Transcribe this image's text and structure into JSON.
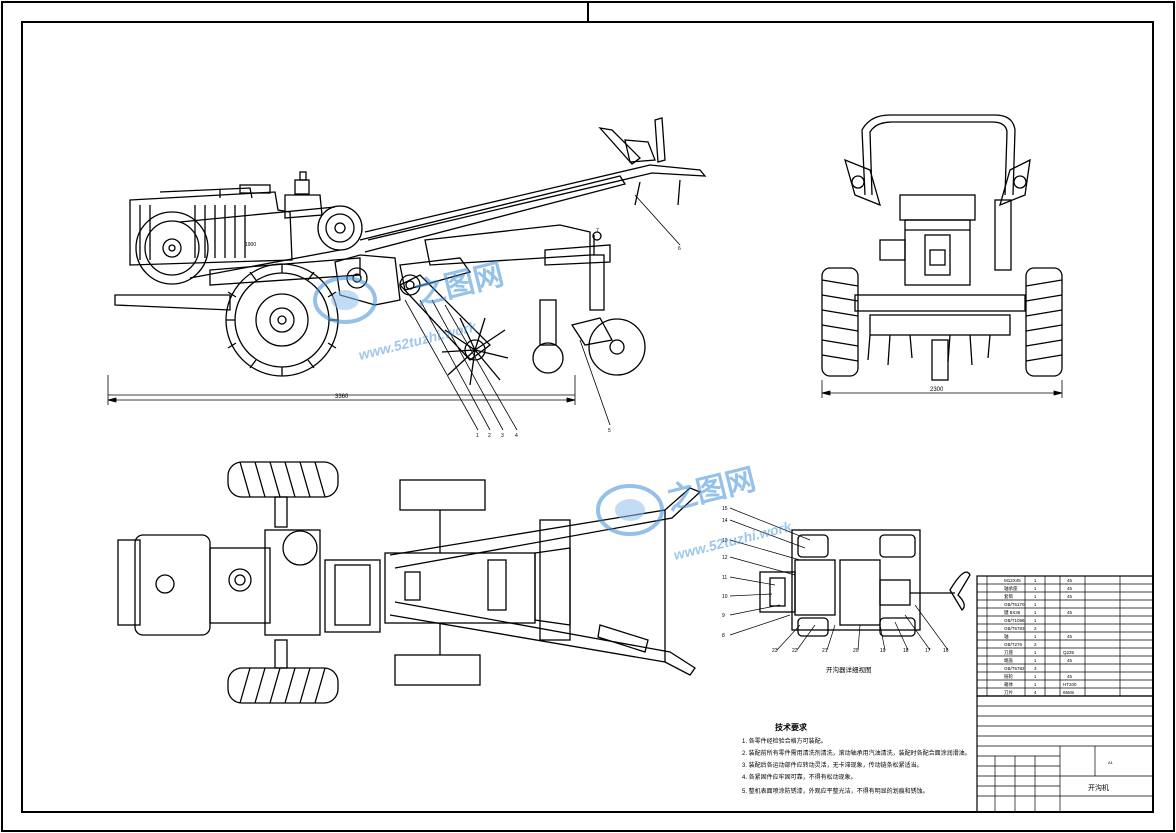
{
  "drawing": {
    "side_view": {
      "dimension_length": "3360",
      "engine_plate": "1900",
      "balloons": [
        "1",
        "2",
        "3",
        "4",
        "5",
        "6",
        "7"
      ]
    },
    "front_view": {
      "dimension_width": "2300"
    },
    "detail_view": {
      "caption": "开沟器详细视图",
      "balloons_left": [
        "15",
        "14",
        "13",
        "12",
        "11",
        "10",
        "9",
        "8"
      ],
      "balloons_bottom": [
        "23",
        "22",
        "21",
        "20",
        "19",
        "18",
        "17",
        "16"
      ]
    }
  },
  "technical_requirements": {
    "heading": "技术要求",
    "items": [
      "1. 各零件经检验合格方可装配。",
      "2. 装配前所有零件需用清洗剂清洗，滚动轴承用汽油清洗，装配时各配合面涂润滑油。",
      "3. 装配后各运动部件应转动灵活，无卡滞现象，传动链条松紧适当。",
      "4. 各紧固件应牢固可靠，不得有松动现象。",
      "5. 整机表面喷涂防锈漆，外观应平整光洁，不得有明显的划痕和锈蚀。"
    ]
  },
  "title_block": {
    "drawing_name": "开沟机",
    "revision_note": "A1"
  },
  "parts_list": {
    "rows": [
      {
        "name": "M12X45",
        "qty": "1",
        "material": "45"
      },
      {
        "name": "轴承座",
        "qty": "1",
        "material": "45"
      },
      {
        "name": "套筒",
        "qty": "1",
        "material": "45"
      },
      {
        "name": "GB/T6170",
        "qty": "1",
        "material": ""
      },
      {
        "name": "键 8X36",
        "qty": "1",
        "material": "45"
      },
      {
        "name": "GB/T1096",
        "qty": "1",
        "material": ""
      },
      {
        "name": "GB/T5783",
        "qty": "2",
        "material": ""
      },
      {
        "name": "轴",
        "qty": "1",
        "material": "45"
      },
      {
        "name": "GB/T276",
        "qty": "2",
        "material": ""
      },
      {
        "name": "刀座",
        "qty": "1",
        "material": "Q235"
      },
      {
        "name": "端盖",
        "qty": "1",
        "material": "45"
      },
      {
        "name": "GB/T5782",
        "qty": "3",
        "material": ""
      },
      {
        "name": "链轮",
        "qty": "1",
        "material": "45"
      },
      {
        "name": "箱体",
        "qty": "1",
        "material": "HT200"
      },
      {
        "name": "刀片",
        "qty": "4",
        "material": "65Mn"
      }
    ]
  },
  "watermark": {
    "brand": "之图网",
    "url": "www.52tuzhi.work"
  }
}
